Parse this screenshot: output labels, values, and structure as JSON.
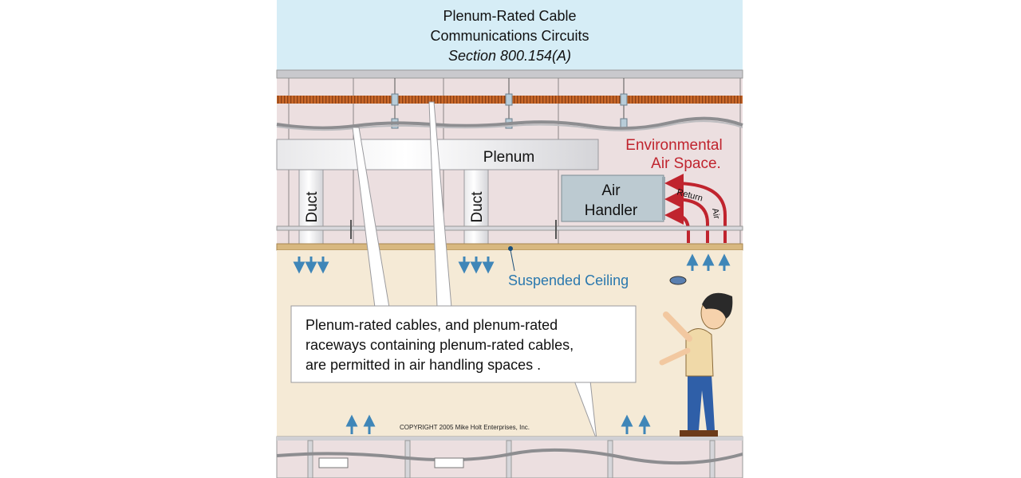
{
  "title": {
    "line1": "Plenum-Rated Cable",
    "line2": "Communications Circuits",
    "line3": "Section 800.154(A)"
  },
  "labels": {
    "plenum": "Plenum",
    "duct": "Duct",
    "air_handler_1": "Air",
    "air_handler_2": "Handler",
    "environmental_1": "Environmental",
    "environmental_2": "Air Space.",
    "return_air_1": "Return",
    "return_air_2": "Air",
    "suspended_ceiling": "Suspended Ceiling"
  },
  "callout": {
    "line1": "Plenum-rated cables, and plenum-rated",
    "line2": "raceways containing plenum-rated cables,",
    "line3": "are permitted in air handling spaces ."
  },
  "copyright": "COPYRIGHT 2005  Mike Holt Enterprises, Inc.",
  "colors": {
    "title_bg": "#d6edf6",
    "wall": "#ecdfe0",
    "ceiling_space": "#f5ead6",
    "accent_red": "#c0242e",
    "accent_blue": "#2a78ae",
    "cable_tray": "#c8682a"
  }
}
